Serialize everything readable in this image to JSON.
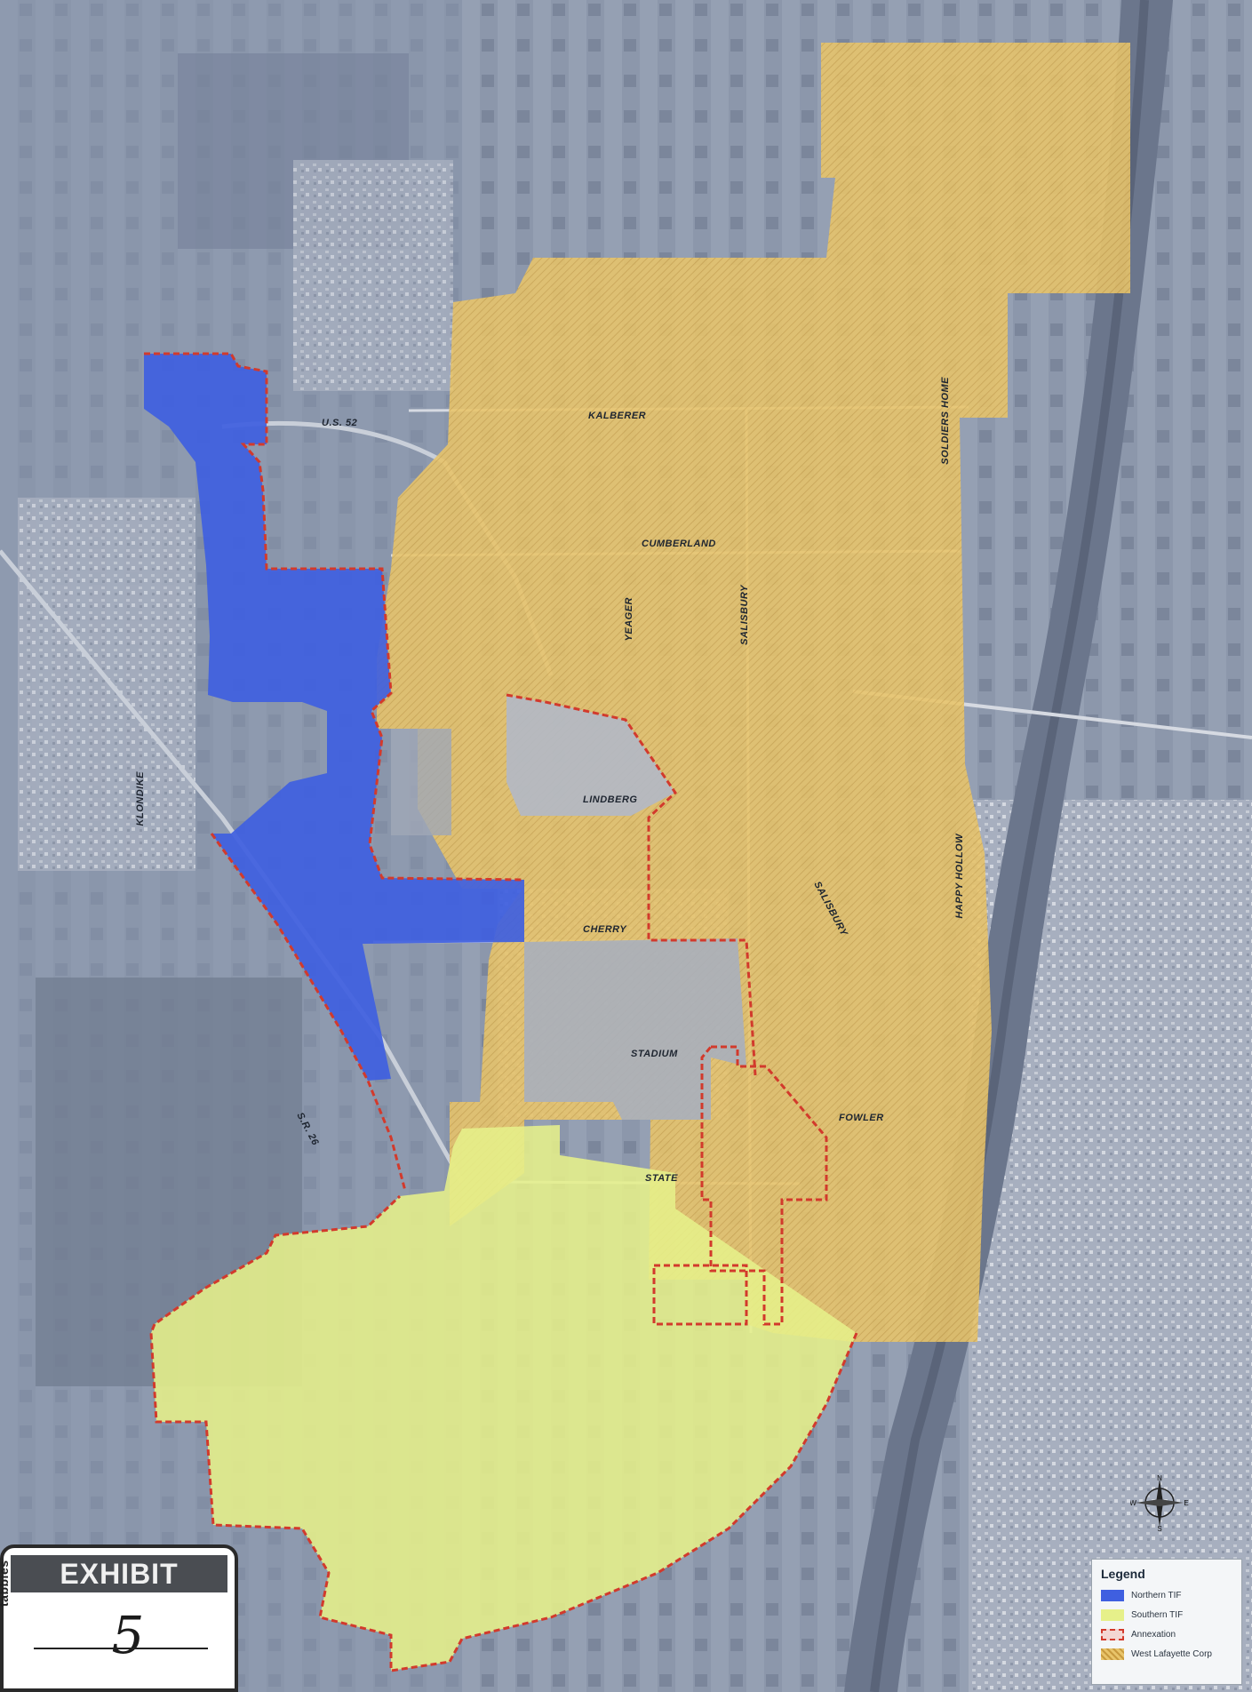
{
  "roads": {
    "us52": "U.S. 52",
    "kalberer": "KALBERER",
    "cumberland": "CUMBERLAND",
    "yeager": "YEAGER",
    "salisbury_north": "SALISBURY",
    "soldiers_home": "SOLDIERS HOME",
    "klondike": "KLONDIKE",
    "lindberg": "LINDBERG",
    "cherry": "CHERRY",
    "salisbury_south": "SALISBURY",
    "happy_hollow": "HAPPY HOLLOW",
    "stadium": "STADIUM",
    "sr26": "S.R. 26",
    "fowler": "FOWLER",
    "state": "STATE"
  },
  "exhibit": {
    "title": "EXHIBIT",
    "number": "5",
    "brand": "tabbies"
  },
  "compass": {
    "n": "N",
    "s": "S",
    "e": "E",
    "w": "W"
  },
  "legend": {
    "title": "Legend",
    "items": [
      {
        "label": "Northern TIF",
        "color": "#3f5fe0",
        "icon": "solid-fill"
      },
      {
        "label": "Southern TIF",
        "color": "#e6f08a",
        "icon": "solid-fill"
      },
      {
        "label": "Annexation",
        "color": "#d23a2c",
        "icon": "dashed-outline"
      },
      {
        "label": "West Lafayette Corp",
        "color": "#e8c46a",
        "icon": "hatched-fill"
      }
    ]
  },
  "colors": {
    "northern_tif": "#3f5fe0",
    "southern_tif": "#e6f08a",
    "annexation": "#d23a2c",
    "west_lafayette_corp": "#e8c46a",
    "aerial_base": "#8e99ad"
  }
}
